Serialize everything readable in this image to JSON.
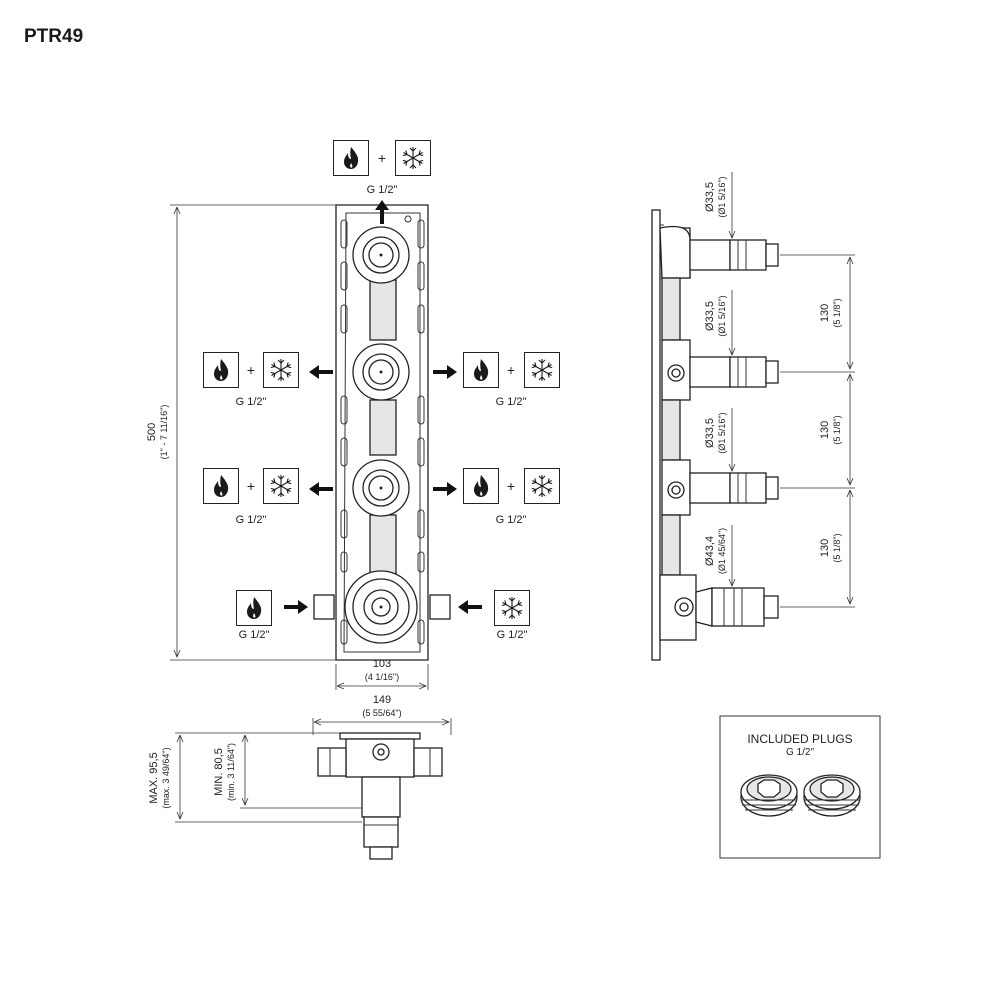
{
  "title": "PTR49",
  "colors": {
    "line": "#222222",
    "background": "#ffffff"
  },
  "icons": [
    "hot-water-icon",
    "cold-water-icon",
    "outlet-arrow-icon"
  ],
  "front_view": {
    "plus": "+",
    "thread": "G 1/2\"",
    "height_mm": "500",
    "height_in": "(1\" - 7 11/16\")",
    "width_mm": "103",
    "width_in": "(4 1/16\")",
    "overall_width_mm": "149",
    "overall_width_in": "(5 55/64\")"
  },
  "top_view": {
    "max_label": "MAX. 95,5",
    "max_in": "(max. 3 49/64\")",
    "min_label": "MIN. 80,5",
    "min_in": "(min. 3 11/64\")"
  },
  "side_view": {
    "diameters": [
      {
        "mm": "Ø33,5",
        "in": "(Ø1 5/16\")"
      },
      {
        "mm": "Ø33,5",
        "in": "(Ø1 5/16\")"
      },
      {
        "mm": "Ø33,5",
        "in": "(Ø1 5/16\")"
      },
      {
        "mm": "Ø43,4",
        "in": "(Ø1 45/64\")"
      }
    ],
    "spacings": [
      {
        "mm": "130",
        "in": "(5 1/8\")"
      },
      {
        "mm": "130",
        "in": "(5 1/8\")"
      },
      {
        "mm": "130",
        "in": "(5 1/8\")"
      }
    ]
  },
  "plugs_box": {
    "title": "INCLUDED PLUGS",
    "thread": "G 1/2\""
  }
}
